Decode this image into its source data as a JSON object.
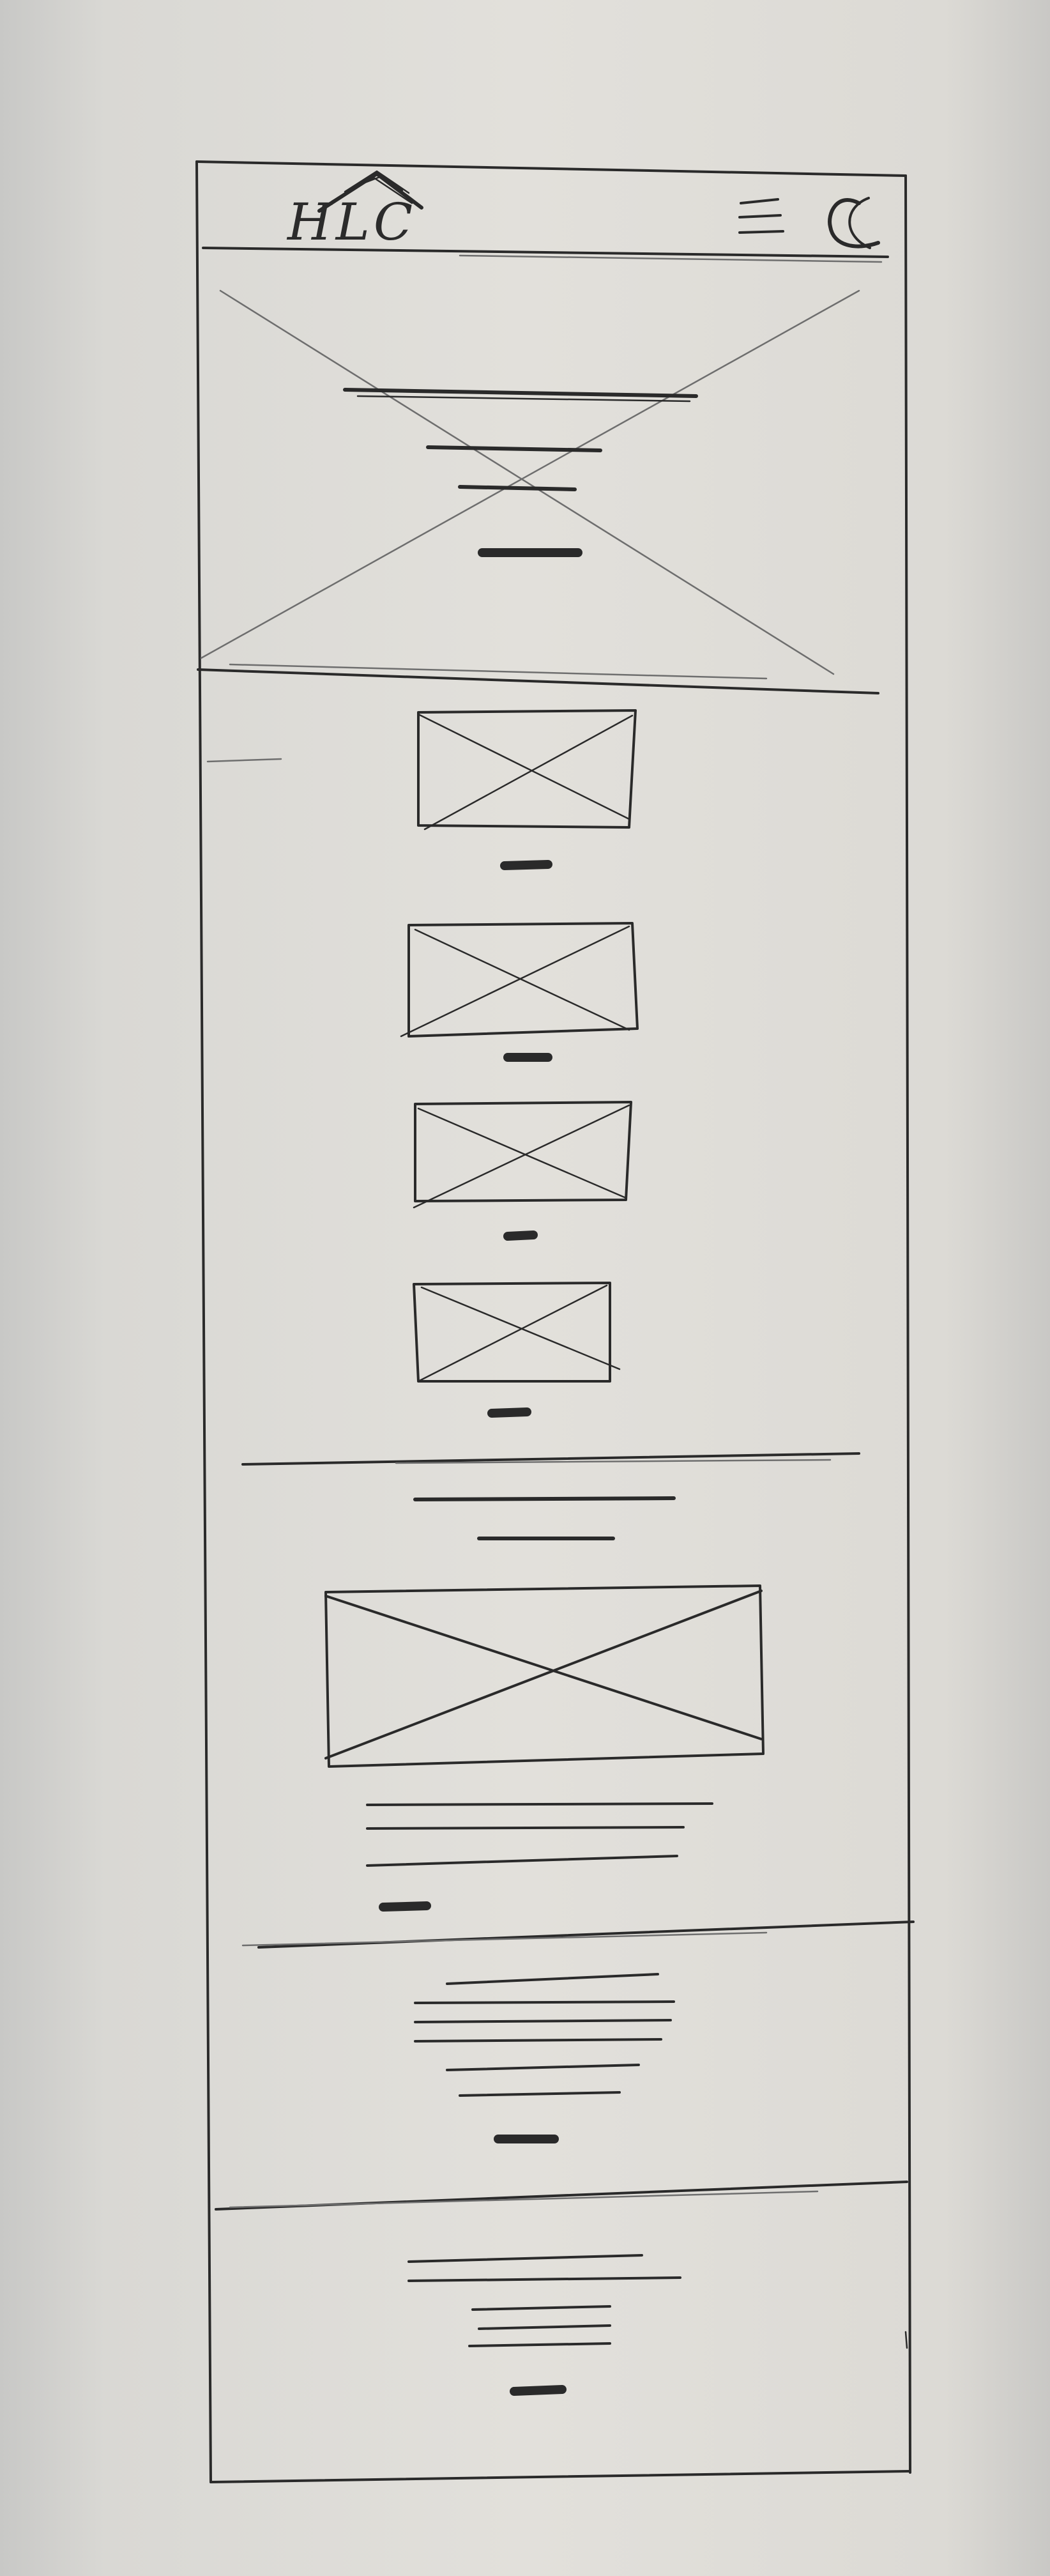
{
  "header": {
    "logo_text": "HLC",
    "logo_icon": "house-roof-icon",
    "menu_icon": "hamburger-menu-icon",
    "profile_icon": "user-circle-icon"
  },
  "sections": [
    {
      "name": "hero",
      "content": "image-placeholder-with-text-lines"
    },
    {
      "name": "gallery",
      "items": 4,
      "content": "image-placeholder-with-caption"
    },
    {
      "name": "feature",
      "content": "heading-image-paragraph-button"
    },
    {
      "name": "info-block-1",
      "content": "paragraph-lines-with-button"
    },
    {
      "name": "info-block-2",
      "content": "paragraph-lines-with-button"
    }
  ],
  "colors": {
    "ink": "#2a2a2a",
    "paper": "#e2e0db"
  }
}
